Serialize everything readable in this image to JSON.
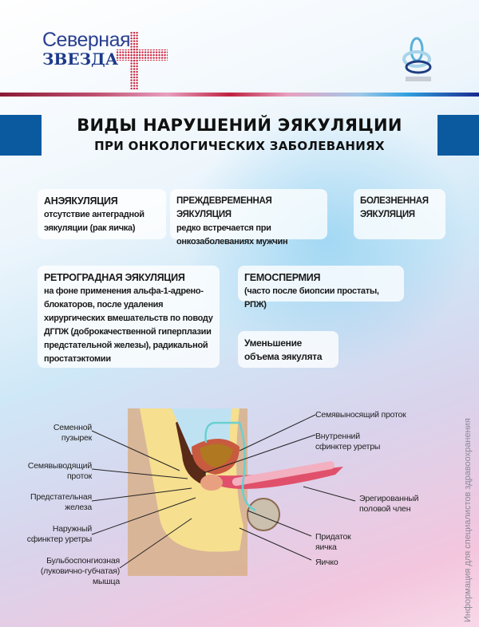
{
  "logo": {
    "line1": "Северная",
    "line2": "ЗВЕЗДА"
  },
  "title": {
    "line1": "ВИДЫ НАРУШЕНИЙ ЭЯКУЛЯЦИИ",
    "line2": "ПРИ ОНКОЛОГИЧЕСКИХ ЗАБОЛЕВАНИЯХ"
  },
  "cards": [
    {
      "heading": "АНЭЯКУЛЯЦИЯ",
      "text": "отсутствие антеградной эякуляции (рак яичка)"
    },
    {
      "heading": "ПРЕЖДЕВРЕМЕННАЯ ЭЯКУЛЯЦИЯ",
      "text": "редко встречается при онкозаболеваниях мужчин"
    },
    {
      "heading": "БОЛЕЗНЕННАЯ ЭЯКУЛЯЦИЯ",
      "text": ""
    },
    {
      "heading": "РЕТРОГРАДНАЯ ЭЯКУЛЯЦИЯ",
      "text": "на фоне применения альфа-1-адрено-блокаторов, после удаления хирургических вмешательств по поводу ДГПЖ (доброкачественной гиперплазии предстательной железы), радикальной простатэктомии"
    },
    {
      "heading": "ГЕМОСПЕРМИЯ",
      "text": "(часто после биопсии простаты, РПЖ)"
    },
    {
      "heading": "Уменьшение объема эякулята",
      "text": ""
    }
  ],
  "diagram": {
    "labels_left": [
      "Семенной пузырек",
      "Семявыводящий проток",
      "Предстательная железа",
      "Наружный сфинктер уретры",
      "Бульбоспонгиозная (луковично-губчатая) мышца"
    ],
    "labels_right": [
      "Семявыносящий проток",
      "Внутренний сфинктер уретры",
      "Эрегированный половой член",
      "Придаток яичка",
      "Яичко"
    ]
  },
  "footer_note": "Информация для специалистов здравоохранения",
  "colors": {
    "brand_blue": "#0b5aa0",
    "logo_red": "#d0203a"
  }
}
